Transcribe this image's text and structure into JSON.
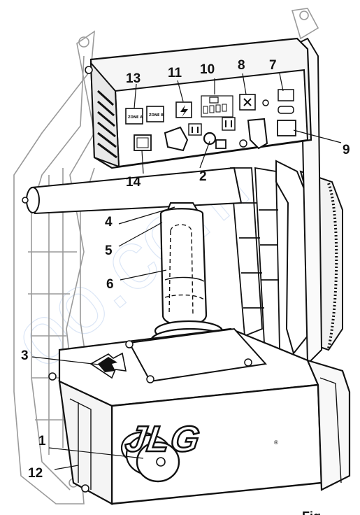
{
  "callouts": [
    {
      "id": "1",
      "label": "1",
      "part": "emergency-stop"
    },
    {
      "id": "2",
      "label": "2",
      "part": "key-switch"
    },
    {
      "id": "3",
      "label": "3",
      "part": "direction-arrow"
    },
    {
      "id": "4",
      "label": "4",
      "part": "joystick-trigger"
    },
    {
      "id": "5",
      "label": "5",
      "part": "joystick-grip"
    },
    {
      "id": "6",
      "label": "6",
      "part": "joystick-handle"
    },
    {
      "id": "7",
      "label": "7",
      "part": "indicator"
    },
    {
      "id": "8",
      "label": "8",
      "part": "indicator"
    },
    {
      "id": "9",
      "label": "9",
      "part": "switch"
    },
    {
      "id": "10",
      "label": "10",
      "part": "battery-indicator"
    },
    {
      "id": "11",
      "label": "11",
      "part": "warning-indicator"
    },
    {
      "id": "12",
      "label": "12",
      "part": "frame"
    },
    {
      "id": "13",
      "label": "13",
      "part": "zone-selector"
    },
    {
      "id": "14",
      "label": "14",
      "part": "push-button"
    }
  ],
  "panel": {
    "zone_a": "ZONE A",
    "zone_b": "ZONE B"
  },
  "brand": {
    "logo": "JLG",
    "registered": "®"
  },
  "figure_label": "Fig"
}
